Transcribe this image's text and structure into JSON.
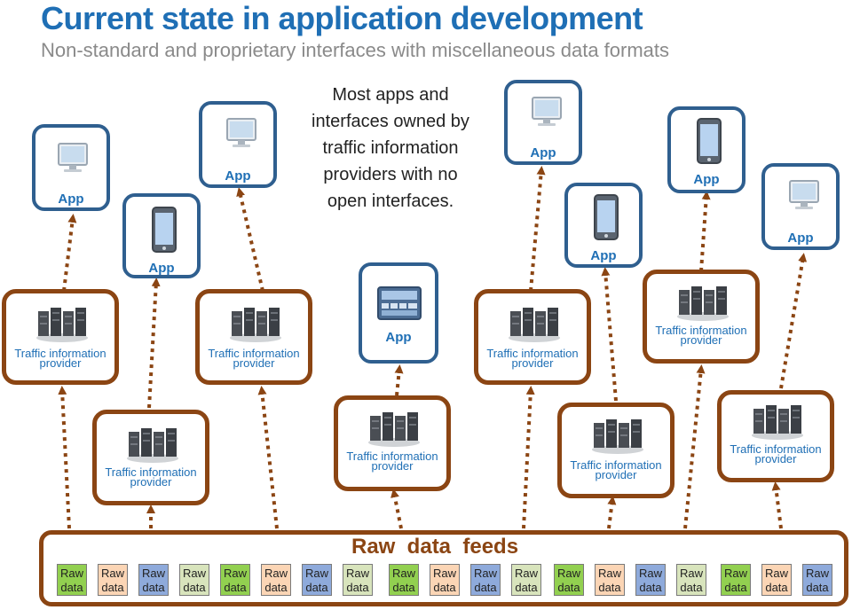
{
  "header": {
    "title": "Current state in application development",
    "subtitle": "Non-standard and proprietary interfaces with miscellaneous data formats"
  },
  "note": "Most apps and interfaces owned by traffic information providers with no open interfaces.",
  "labels": {
    "app": "App",
    "provider": "Traffic information provider",
    "raw_feeds": "Raw  data  feeds",
    "raw_line1": "Raw",
    "raw_line2": "data"
  },
  "icons": {
    "monitor": "monitor-icon",
    "phone": "phone-icon",
    "server": "server-rack-icon",
    "panel": "device-panel-icon"
  },
  "colors": {
    "title": "#1f6fb5",
    "app_border": "#2f5f8f",
    "provider_border": "#8b4513",
    "raw_green": "#92d050",
    "raw_peach": "#fbd5b5",
    "raw_blue": "#8eaadb",
    "raw_lightgreen": "#d8e4bc"
  },
  "raw_data_colors": [
    "green",
    "peach",
    "blue",
    "lightgreen",
    "green",
    "peach",
    "blue",
    "lightgreen",
    "green",
    "peach",
    "blue",
    "lightgreen",
    "green",
    "peach",
    "blue",
    "lightgreen",
    "green",
    "peach",
    "blue"
  ]
}
